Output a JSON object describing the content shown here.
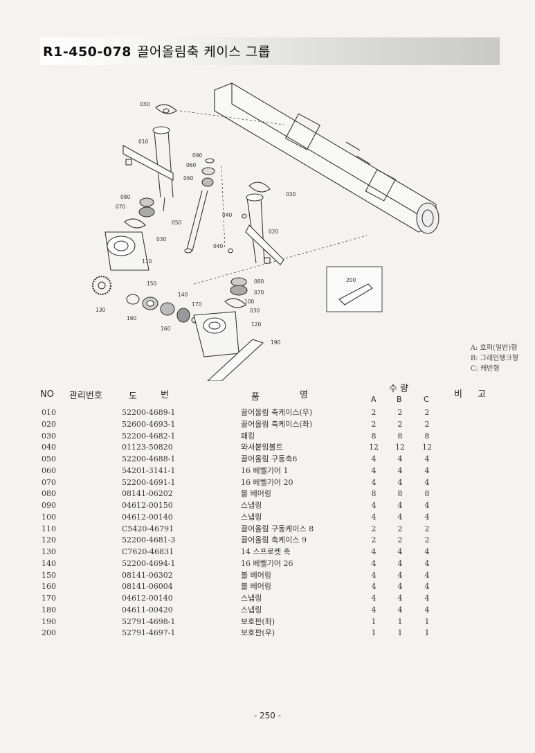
{
  "header": {
    "code": "R1-450-078",
    "title": "끌어올림축 케이스 그룹"
  },
  "diagram": {
    "labels": [
      "030",
      "010",
      "090",
      "060",
      "060",
      "030",
      "080",
      "070",
      "050",
      "040",
      "020",
      "030",
      "040",
      "110",
      "080",
      "070",
      "150",
      "140",
      "100",
      "030",
      "170",
      "130",
      "160",
      "160",
      "120",
      "190",
      "200"
    ]
  },
  "legend": [
    "A: 호퍼(일반)형",
    "B: 그레인탱크형",
    "C: 캐빈형"
  ],
  "columns": {
    "no": "NO",
    "mgmt": "관리번호",
    "drawing_1": "도",
    "drawing_2": "번",
    "name_1": "품",
    "name_2": "명",
    "qty": "수 량",
    "a": "A",
    "b": "B",
    "c": "C",
    "remarks_1": "비",
    "remarks_2": "고"
  },
  "parts": [
    {
      "no": "010",
      "part": "52200-4689-1",
      "name": "끌어올림 축케이스(우)",
      "a": "2",
      "b": "2",
      "c": "2"
    },
    {
      "no": "020",
      "part": "52600-4693-1",
      "name": "끌어올림 축케이스(좌)",
      "a": "2",
      "b": "2",
      "c": "2"
    },
    {
      "no": "030",
      "part": "52200-4682-1",
      "name": "패킹",
      "a": "8",
      "b": "8",
      "c": "8"
    },
    {
      "no": "040",
      "part": "01123-50820",
      "name": "와셔붙임볼트",
      "a": "12",
      "b": "12",
      "c": "12"
    },
    {
      "no": "050",
      "part": "52200-4688-1",
      "name": "끌어올림 구동축6",
      "a": "4",
      "b": "4",
      "c": "4"
    },
    {
      "no": "060",
      "part": "54201-3141-1",
      "name": "16 베벨기어 1",
      "a": "4",
      "b": "4",
      "c": "4"
    },
    {
      "no": "070",
      "part": "52200-4691-1",
      "name": "16 베벨기어 20",
      "a": "4",
      "b": "4",
      "c": "4"
    },
    {
      "no": "080",
      "part": "08141-06202",
      "name": "볼 베어링",
      "a": "8",
      "b": "8",
      "c": "8"
    },
    {
      "no": "090",
      "part": "04612-00150",
      "name": "스냅링",
      "a": "4",
      "b": "4",
      "c": "4"
    },
    {
      "no": "100",
      "part": "04612-00140",
      "name": "스냅링",
      "a": "4",
      "b": "4",
      "c": "4"
    },
    {
      "no": "110",
      "part": "C5420-46791",
      "name": "끌어올림 구동케이스 8",
      "a": "2",
      "b": "2",
      "c": "2"
    },
    {
      "no": "120",
      "part": "52200-4681-3",
      "name": "끌어올림 축케이스 9",
      "a": "2",
      "b": "2",
      "c": "2"
    },
    {
      "no": "130",
      "part": "C7620-46831",
      "name": "14 스프로켓 축",
      "a": "4",
      "b": "4",
      "c": "4"
    },
    {
      "no": "140",
      "part": "52200-4694-1",
      "name": "16 베벨기어 26",
      "a": "4",
      "b": "4",
      "c": "4"
    },
    {
      "no": "150",
      "part": "08141-06302",
      "name": "볼 베어링",
      "a": "4",
      "b": "4",
      "c": "4"
    },
    {
      "no": "160",
      "part": "08141-06004",
      "name": "볼 베어링",
      "a": "4",
      "b": "4",
      "c": "4"
    },
    {
      "no": "170",
      "part": "04612-00140",
      "name": "스냅링",
      "a": "4",
      "b": "4",
      "c": "4"
    },
    {
      "no": "180",
      "part": "04611-00420",
      "name": "스냅링",
      "a": "4",
      "b": "4",
      "c": "4"
    },
    {
      "no": "190",
      "part": "52791-4698-1",
      "name": "보호판(좌)",
      "a": "1",
      "b": "1",
      "c": "1"
    },
    {
      "no": "200",
      "part": "52791-4697-1",
      "name": "보호판(우)",
      "a": "1",
      "b": "1",
      "c": "1"
    }
  ],
  "footer": {
    "page": "- 250 -"
  }
}
